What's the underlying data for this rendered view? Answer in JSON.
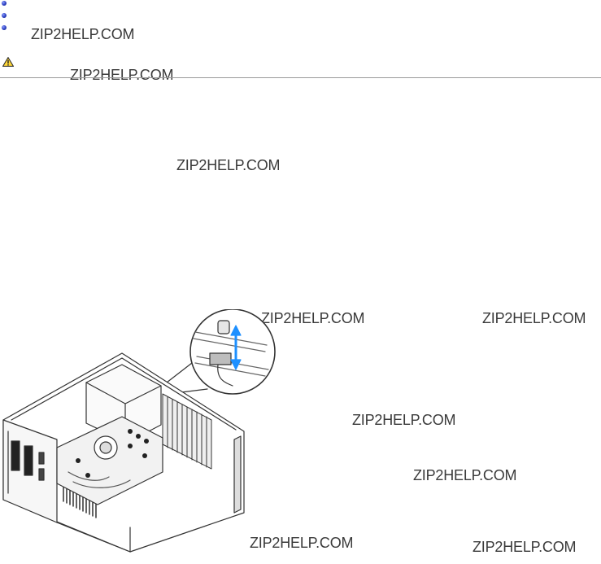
{
  "watermarks": [
    "ZIP2HELP.COM",
    "ZIP2HELP.COM",
    "ZIP2HELP.COM",
    "ZIP2HELP.COM",
    "ZIP2HELP.COM",
    "ZIP2HELP.COM",
    "ZIP2HELP.COM",
    "ZIP2HELP.COM",
    "ZIP2HELP.COM"
  ],
  "icons": {
    "bullet": "blue-dot-bullet-icon",
    "warning": "caution-triangle-icon"
  },
  "colors": {
    "bullet": "#2a3dbf",
    "warning_fill": "#ffd83a",
    "rule": "#9a9a9a",
    "arrow": "#1e90ff"
  }
}
